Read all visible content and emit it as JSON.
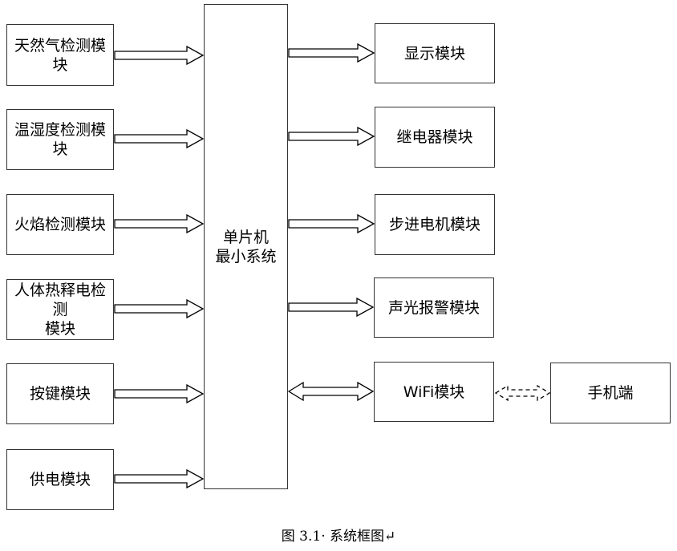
{
  "inputs": [
    {
      "label": "天然气检测模块"
    },
    {
      "label": "温湿度检测模块"
    },
    {
      "label": "火焰检测模块"
    },
    {
      "label": "人体热释电检测",
      "label2": "模块"
    },
    {
      "label": "按键模块"
    },
    {
      "label": "供电模块"
    }
  ],
  "mcu": {
    "line1": "单片机",
    "line2": "最小系统"
  },
  "outputs": [
    {
      "label": "显示模块"
    },
    {
      "label": "继电器模块"
    },
    {
      "label": "步进电机模块"
    },
    {
      "label": "声光报警模块"
    },
    {
      "label": "WiFi模块"
    }
  ],
  "phone": {
    "label": "手机端"
  },
  "caption": "图 3.1· 系统框图↵"
}
